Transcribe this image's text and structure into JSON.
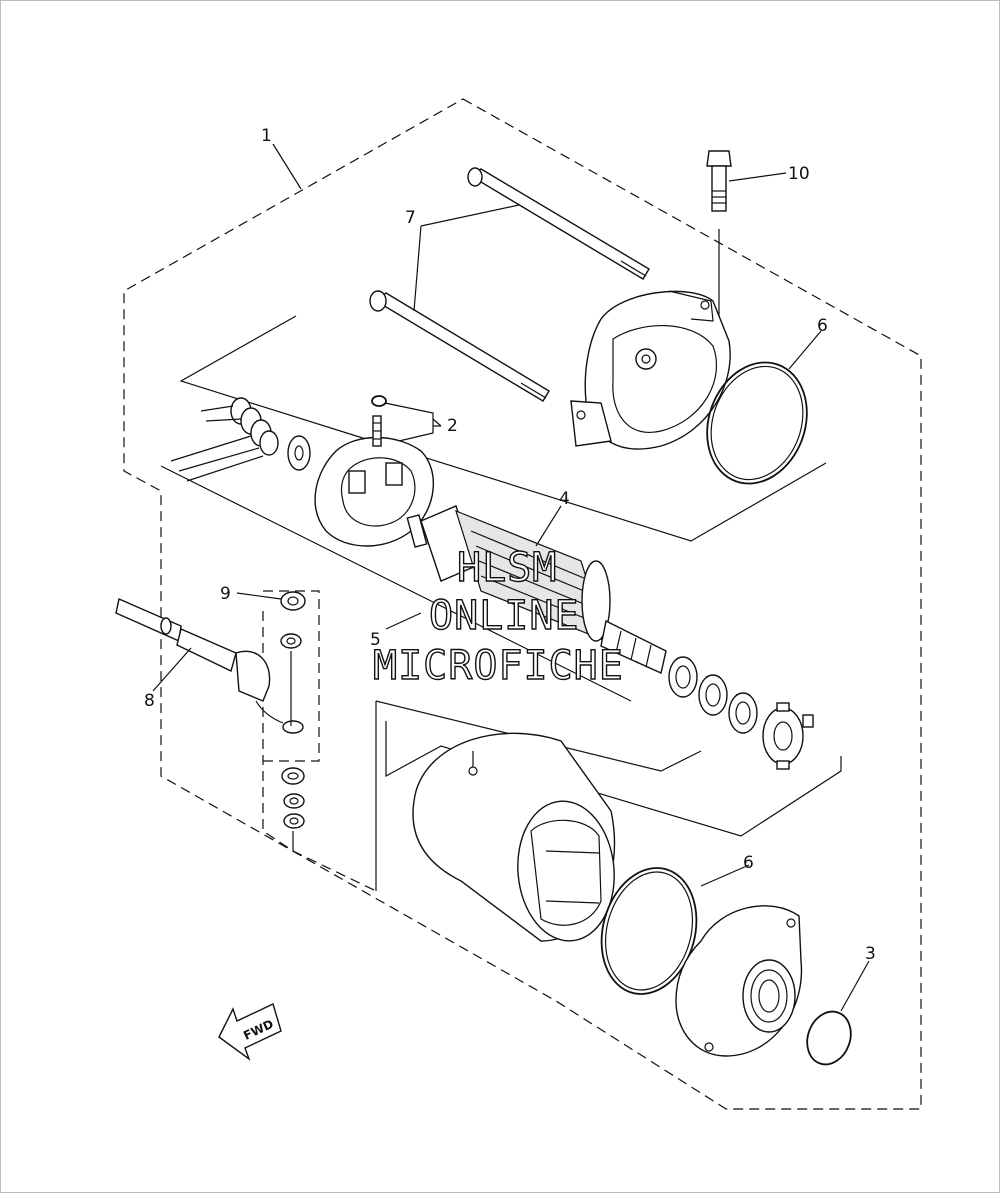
{
  "diagram": {
    "callouts": [
      {
        "id": "c1",
        "text": "1"
      },
      {
        "id": "c2",
        "text": "2"
      },
      {
        "id": "c3",
        "text": "3"
      },
      {
        "id": "c4",
        "text": "4"
      },
      {
        "id": "c5",
        "text": "5"
      },
      {
        "id": "c6a",
        "text": "6"
      },
      {
        "id": "c6b",
        "text": "6"
      },
      {
        "id": "c7",
        "text": "7"
      },
      {
        "id": "c8",
        "text": "8"
      },
      {
        "id": "c9",
        "text": "9"
      },
      {
        "id": "c10",
        "text": "10"
      }
    ],
    "direction_label": "FWD",
    "watermark": [
      "HLSM",
      "ONLINE",
      "MICROFICHE"
    ]
  }
}
